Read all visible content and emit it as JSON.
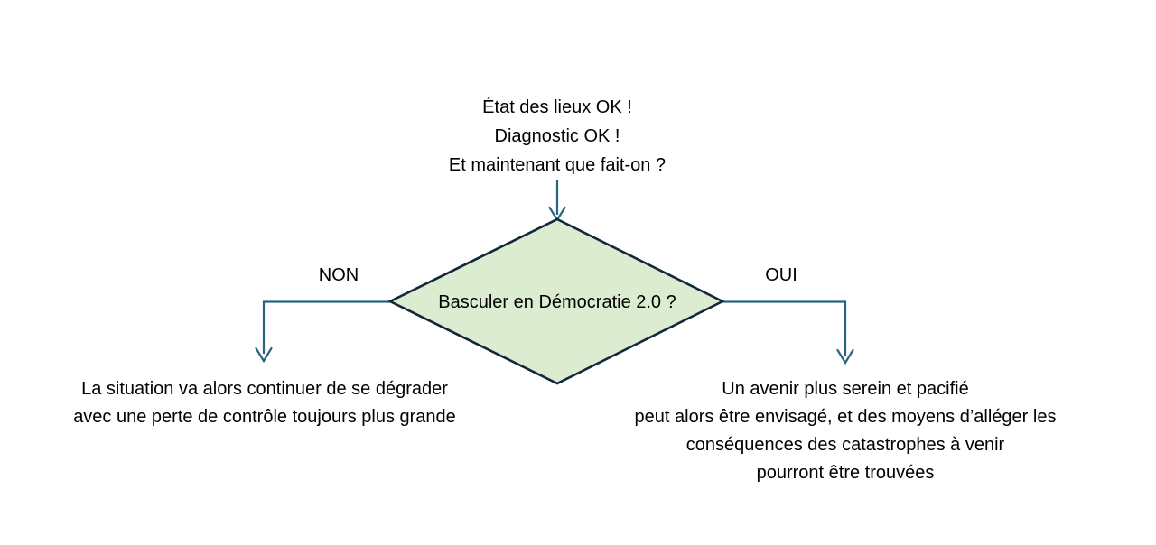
{
  "diagram": {
    "type": "flowchart",
    "title": "Basculer en Démocratie 2.0 ?",
    "colors": {
      "background": "#ffffff",
      "decision_fill": "#dcecd0",
      "decision_stroke": "#13273c",
      "connector": "#27657f",
      "text": "#000000"
    },
    "top_prompt": {
      "lines": [
        "État des lieux OK !",
        "Diagnostic OK !",
        "Et maintenant que fait-on ?"
      ],
      "text": "État des lieux OK !\nDiagnostic OK !\nEt maintenant que fait-on ?"
    },
    "decision": {
      "shape": "diamond",
      "label": "Basculer en Démocratie 2.0 ?"
    },
    "branches": [
      {
        "id": "no",
        "label": "NON",
        "side": "left",
        "outcome_lines": [
          "La situation va alors continuer de se dégrader",
          "avec une perte de contrôle toujours plus grande"
        ],
        "outcome_text": "La situation va alors continuer de se dégrader\navec une perte de contrôle toujours plus grande"
      },
      {
        "id": "yes",
        "label": "OUI",
        "side": "right",
        "outcome_lines": [
          "Un avenir plus serein et pacifié",
          "peut alors être envisagé, et des moyens d’alléger les",
          "conséquences des catastrophes à venir",
          "pourront être trouvées"
        ],
        "outcome_text": "Un avenir plus serein et pacifié\npeut alors être envisagé, et des moyens d’alléger les\nconséquences des catastrophes à venir\npourront être trouvées"
      }
    ],
    "connectors": [
      {
        "name": "prompt-to-decision",
        "from": "top_prompt",
        "to": "decision",
        "arrow": "down"
      },
      {
        "name": "decision-to-no",
        "from": "decision",
        "to": "outcome-no",
        "arrow": "down"
      },
      {
        "name": "decision-to-yes",
        "from": "decision",
        "to": "outcome-yes",
        "arrow": "down"
      }
    ]
  }
}
